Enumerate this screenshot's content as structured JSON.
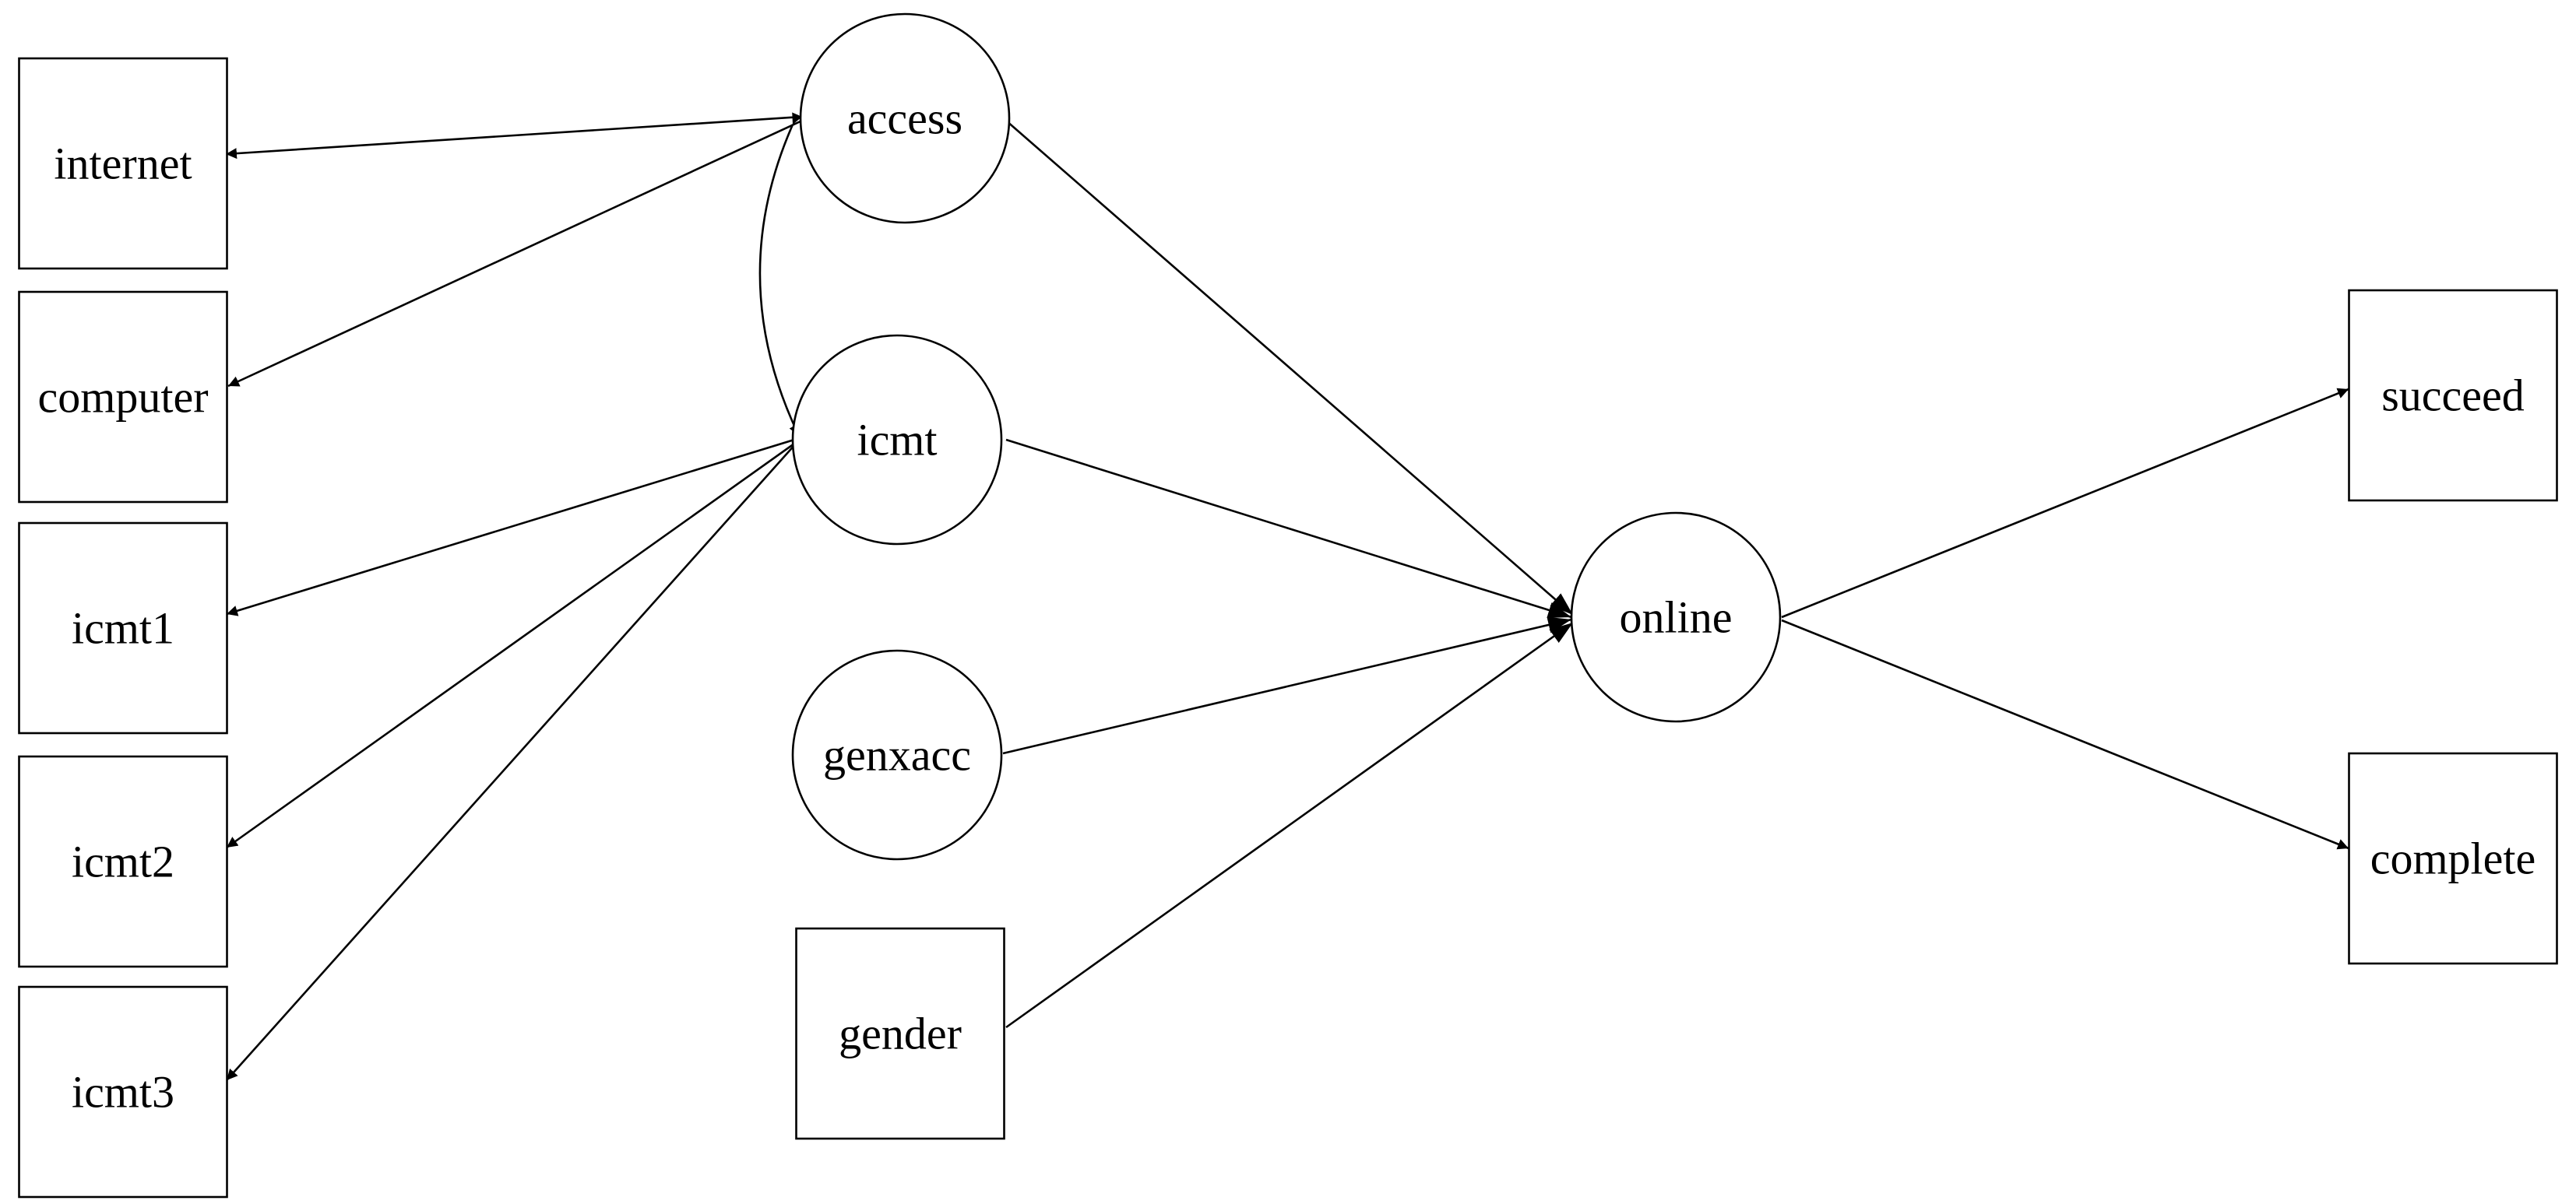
{
  "nodes": [
    {
      "id": "internet",
      "label": "internet",
      "shape": "box"
    },
    {
      "id": "computer",
      "label": "computer",
      "shape": "box"
    },
    {
      "id": "icmt1",
      "label": "icmt1",
      "shape": "box"
    },
    {
      "id": "icmt2",
      "label": "icmt2",
      "shape": "box"
    },
    {
      "id": "icmt3",
      "label": "icmt3",
      "shape": "box"
    },
    {
      "id": "access",
      "label": "access",
      "shape": "circle"
    },
    {
      "id": "icmt",
      "label": "icmt",
      "shape": "circle"
    },
    {
      "id": "genxacc",
      "label": "genxacc",
      "shape": "circle"
    },
    {
      "id": "gender",
      "label": "gender",
      "shape": "box"
    },
    {
      "id": "online",
      "label": "online",
      "shape": "circle"
    },
    {
      "id": "succeed",
      "label": "succeed",
      "shape": "box"
    },
    {
      "id": "complete",
      "label": "complete",
      "shape": "box"
    }
  ],
  "edges": [
    {
      "from": "access",
      "to": "internet",
      "type": "directed"
    },
    {
      "from": "access",
      "to": "computer",
      "type": "directed"
    },
    {
      "from": "icmt",
      "to": "icmt1",
      "type": "directed"
    },
    {
      "from": "icmt",
      "to": "icmt2",
      "type": "directed"
    },
    {
      "from": "icmt",
      "to": "icmt3",
      "type": "directed"
    },
    {
      "from": "access",
      "to": "icmt",
      "type": "covariance"
    },
    {
      "from": "access",
      "to": "online",
      "type": "directed"
    },
    {
      "from": "icmt",
      "to": "online",
      "type": "directed"
    },
    {
      "from": "genxacc",
      "to": "online",
      "type": "directed"
    },
    {
      "from": "gender",
      "to": "online",
      "type": "directed"
    },
    {
      "from": "online",
      "to": "succeed",
      "type": "directed"
    },
    {
      "from": "online",
      "to": "complete",
      "type": "directed"
    }
  ]
}
